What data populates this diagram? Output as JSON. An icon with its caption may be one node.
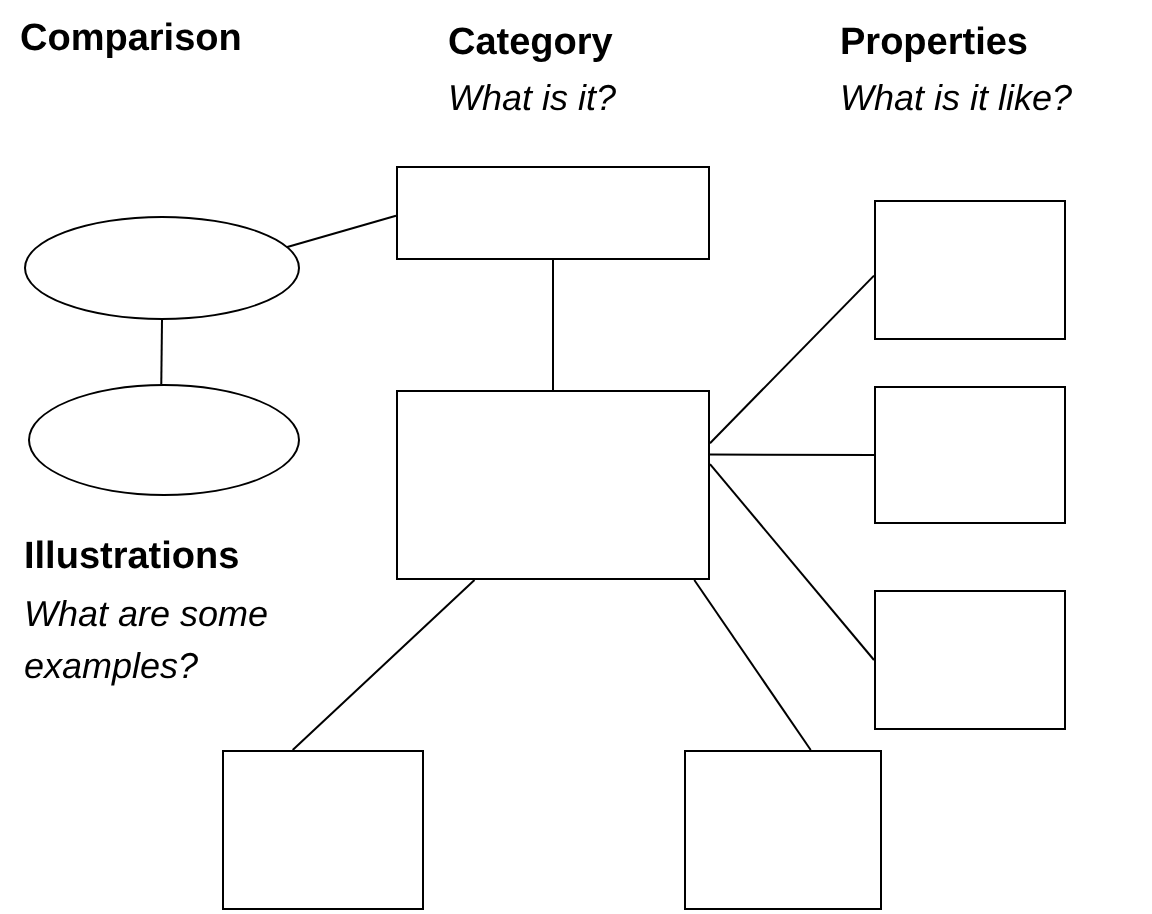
{
  "diagram": {
    "nodes": [
      {
        "text": [],
        "shape": "box"
      },
      {
        "text": [],
        "shape": "ellipse"
      },
      {
        "text": [],
        "shape": "box"
      },
      {
        "text": [],
        "shape": "box"
      },
      {
        "text": [],
        "shape": "ellipse"
      },
      {
        "text": [],
        "shape": "box"
      },
      {
        "text": [],
        "shape": "box"
      },
      {
        "text": [],
        "shape": "box"
      },
      {
        "text": [],
        "shape": "box"
      }
    ],
    "edges": [
      {
        "from": 1,
        "to": 0,
        "arrow": "none"
      },
      {
        "from": 1,
        "to": 4,
        "arrow": "none"
      },
      {
        "from": 0,
        "to": 3,
        "arrow": "none"
      },
      {
        "from": 3,
        "to": 2,
        "arrow": "none"
      },
      {
        "from": 3,
        "to": 5,
        "arrow": "none"
      },
      {
        "from": 3,
        "to": 6,
        "arrow": "none"
      },
      {
        "from": 3,
        "to": 7,
        "arrow": "none"
      },
      {
        "from": 3,
        "to": 8,
        "arrow": "none"
      }
    ],
    "labels": [
      "Comparison",
      "Category",
      "What is it?",
      "Properties",
      "What is it like?",
      "Illustrations",
      "What are some examples?"
    ]
  }
}
